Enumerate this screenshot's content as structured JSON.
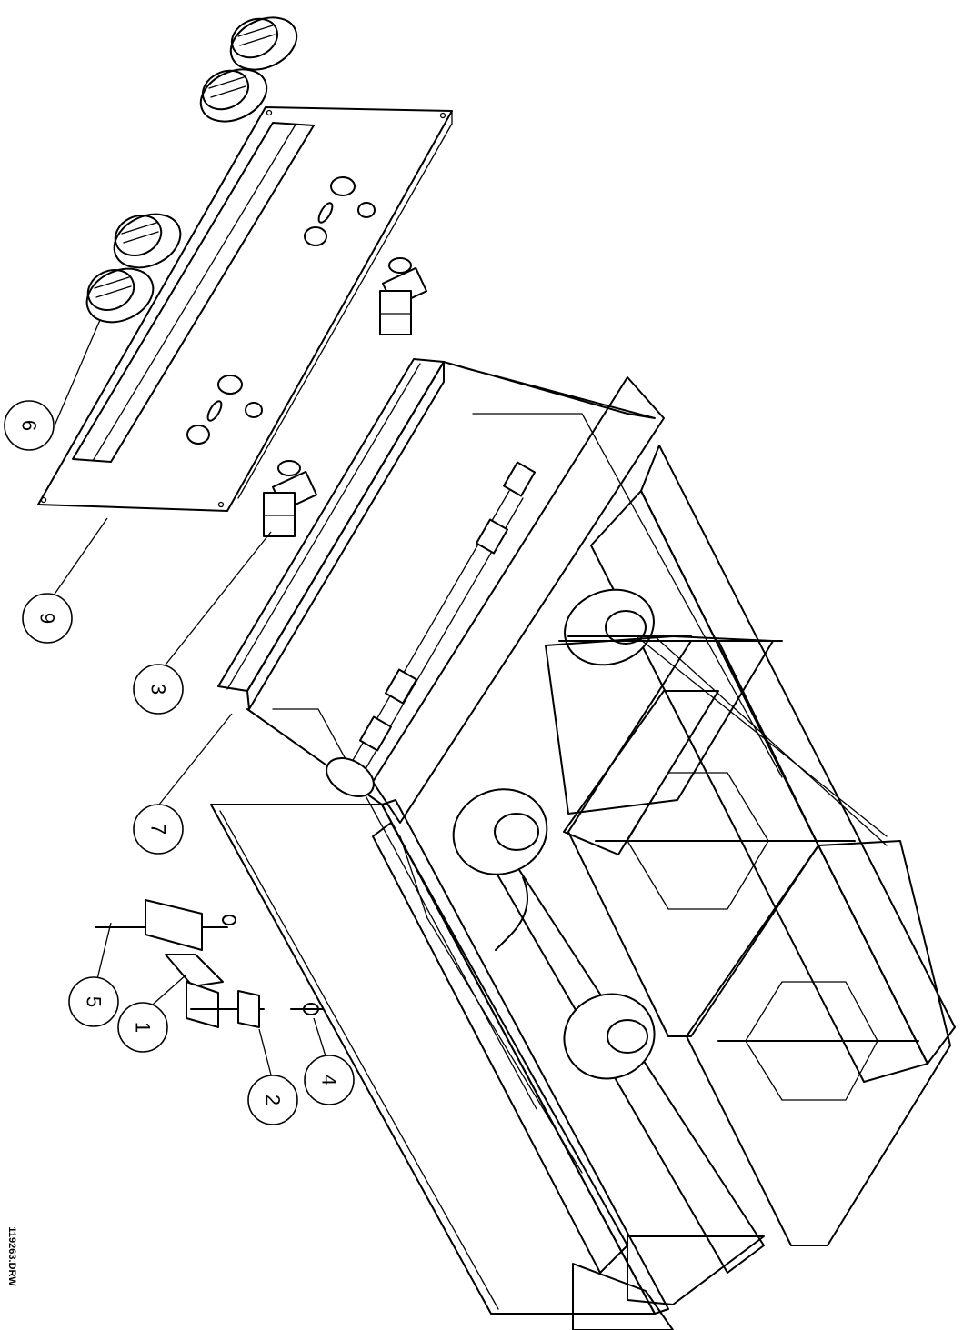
{
  "drawing": {
    "filename": "119263.DRW"
  },
  "callouts": [
    {
      "id": "callout-6",
      "label": "6"
    },
    {
      "id": "callout-9",
      "label": "9"
    },
    {
      "id": "callout-3",
      "label": "3"
    },
    {
      "id": "callout-7",
      "label": "7"
    },
    {
      "id": "callout-5",
      "label": "5"
    },
    {
      "id": "callout-1",
      "label": "1"
    },
    {
      "id": "callout-2",
      "label": "2"
    },
    {
      "id": "callout-4",
      "label": "4"
    }
  ]
}
